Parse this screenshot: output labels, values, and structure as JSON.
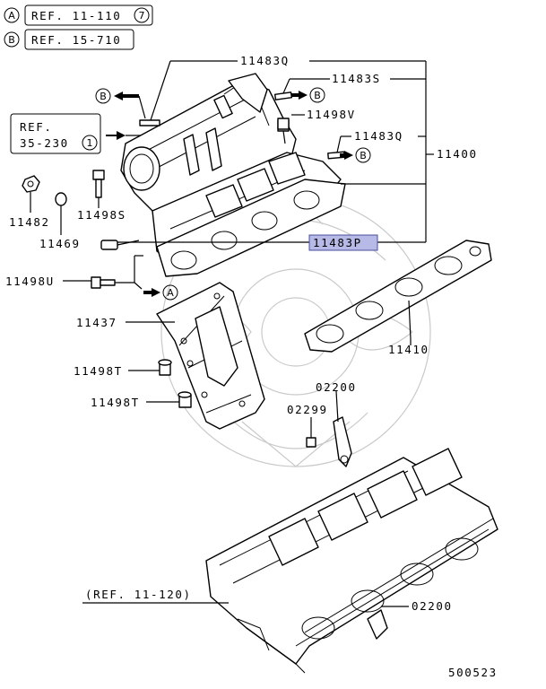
{
  "refs": {
    "a_letter": "A",
    "a_text": "REF. 11-110",
    "a_num": "7",
    "b_letter": "B",
    "b_text": "REF. 15-710"
  },
  "ref_box": {
    "line1": "REF.",
    "line2": "35-230",
    "num": "1"
  },
  "parts": {
    "p11483Q_top": "11483Q",
    "p11483S": "11483S",
    "p11498V": "11498V",
    "p11483Q_right": "11483Q",
    "p11400": "11400",
    "p11482": "11482",
    "p11498S": "11498S",
    "p11469": "11469",
    "p11483P": "11483P",
    "p11498U": "11498U",
    "p11437": "11437",
    "p11410": "11410",
    "p11498T_1": "11498T",
    "p11498T_2": "11498T",
    "p02200_top": "02200",
    "p02299": "02299",
    "p02200_bottom": "02200",
    "ref_11_120": "(REF. 11-120)"
  },
  "markers": {
    "b1": "B",
    "b2": "B",
    "b3": "B",
    "a1": "A"
  },
  "diagram_id": "500523",
  "colors": {
    "highlight_fill": "#b7b9e6",
    "highlight_stroke": "#4a4f9a",
    "line": "#000000",
    "watermark": "#c9c9c9"
  }
}
